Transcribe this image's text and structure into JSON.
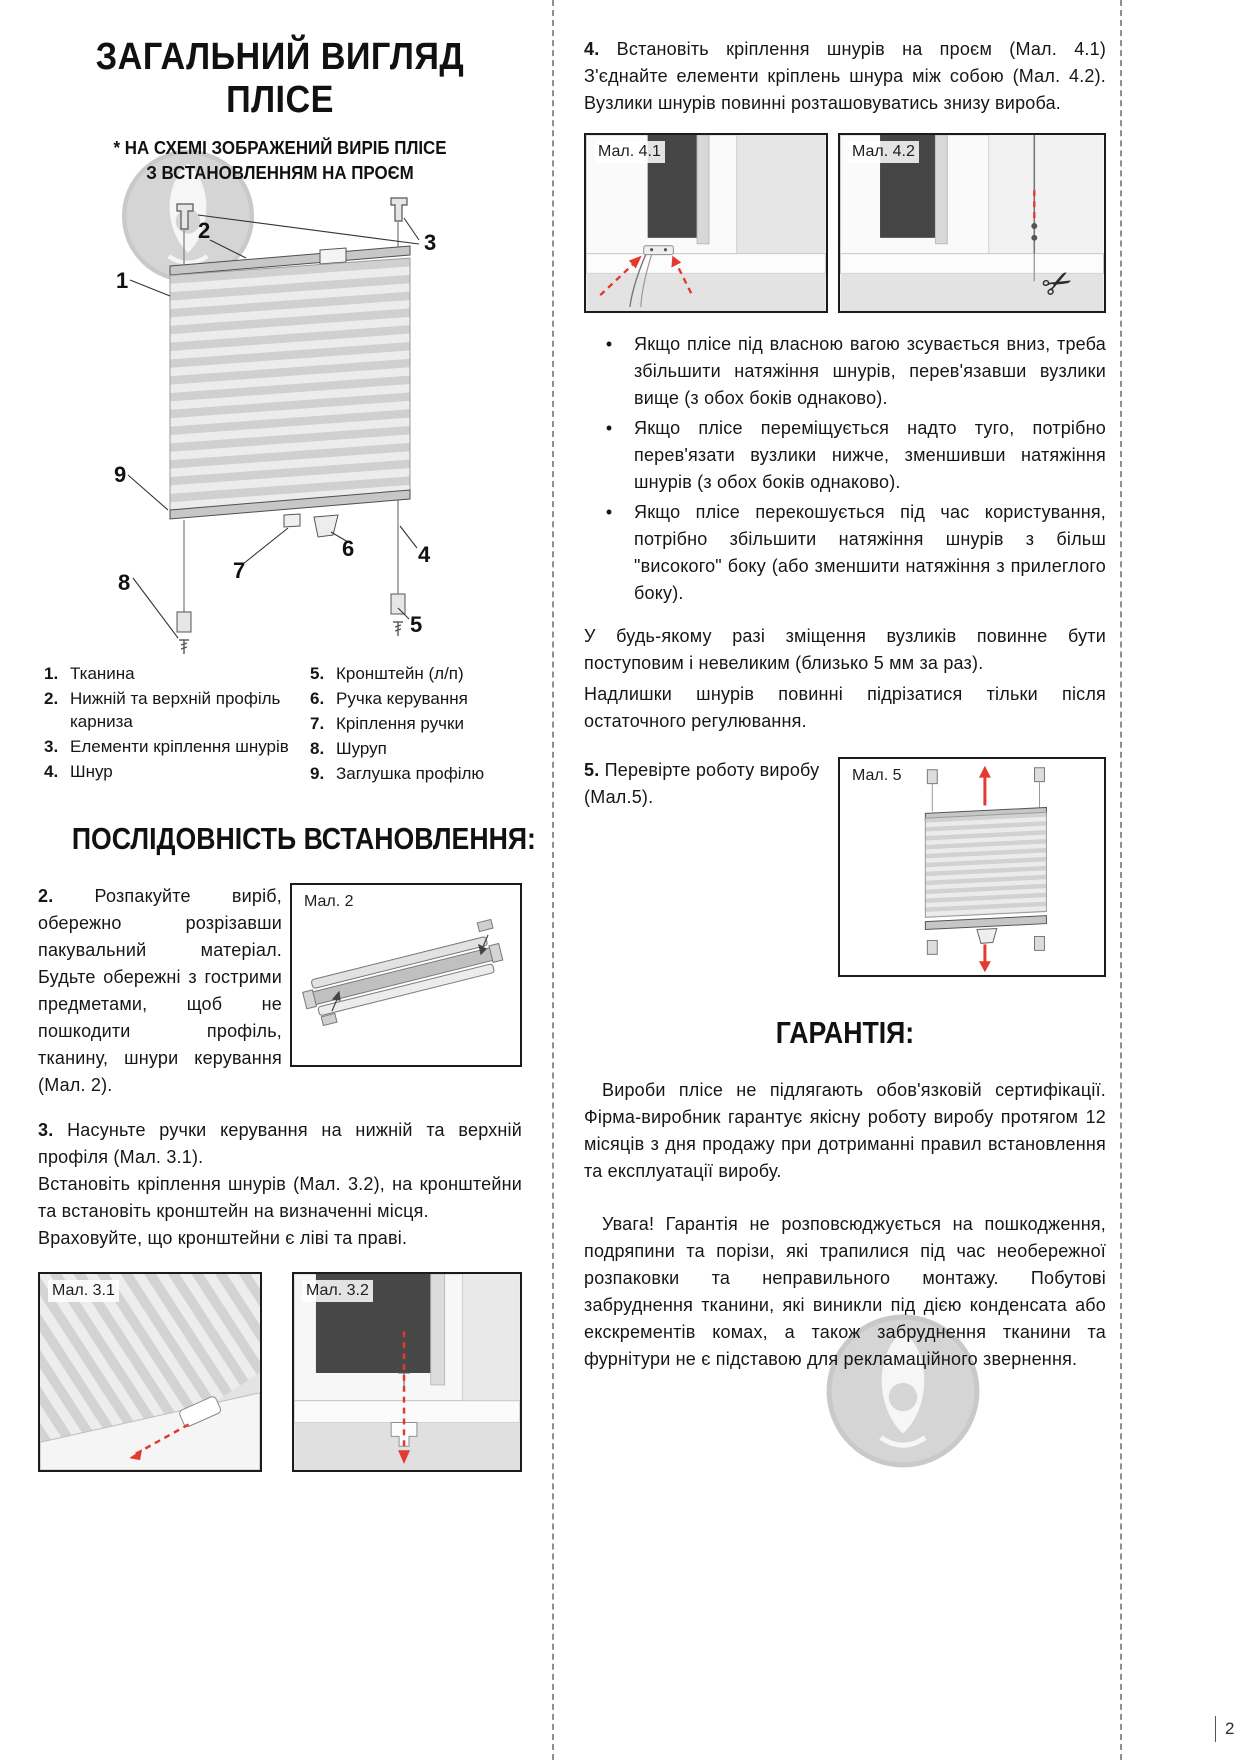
{
  "page_number": "2",
  "ui": {
    "bullet": "•",
    "scissors_icon": "✂"
  },
  "left": {
    "title1": "ЗАГАЛЬНИЙ ВИГЛЯД",
    "title2": "ПЛІСЕ",
    "subtitle1": "* НА СХЕМІ ЗОБРАЖЕНИЙ ВИРІБ ПЛІСЕ",
    "subtitle2": "З ВСТАНОВЛЕННЯМ НА ПРОЄМ",
    "callouts": [
      "1",
      "2",
      "3",
      "4",
      "5",
      "6",
      "7",
      "8",
      "9"
    ],
    "legend_left": [
      {
        "n": "1.",
        "t": "Тканина"
      },
      {
        "n": "2.",
        "t": "Нижній та верхній профіль карниза"
      },
      {
        "n": "3.",
        "t": "Елементи кріплення шнурів"
      },
      {
        "n": "4.",
        "t": "Шнур"
      }
    ],
    "legend_right": [
      {
        "n": "5.",
        "t": "Кронштейн (л/п)"
      },
      {
        "n": "6.",
        "t": "Ручка керування"
      },
      {
        "n": "7.",
        "t": "Кріплення ручки"
      },
      {
        "n": "8.",
        "t": "Шуруп"
      },
      {
        "n": "9.",
        "t": "Заглушка профілю"
      }
    ],
    "install_title": "ПОСЛІДОВНІСТЬ ВСТАНОВЛЕННЯ:",
    "step2": {
      "num": "2.",
      "text": "Розпакуйте виріб, обережно розрізавши пакувальний матеріал. Будьте обережні з гострими предметами, щоб не пошкодити профіль, тканину, шнури керування (Мал. 2)."
    },
    "fig2_label": "Мал. 2",
    "step3": {
      "num": "3.",
      "seg1": "Насуньте ручки керування на нижній та верхній профіля (Мал. 3.1).",
      "seg2": "Встановіть кріплення шнурів (Мал. 3.2), на кронштейни та встановіть кронштейн на визначенні місця.",
      "seg3": "Враховуйте, що кронштейни є ліві та праві."
    },
    "fig31_label": "Мал. 3.1",
    "fig32_label": "Мал. 3.2"
  },
  "right": {
    "step4": {
      "num": "4.",
      "text": "Встановіть кріплення шнурів на проєм (Мал. 4.1) З'єднайте елементи кріплень шнура між собою (Мал. 4.2). Вузлики шнурів повинні розташовуватись знизу вироба."
    },
    "fig41_label": "Мал. 4.1",
    "fig42_label": "Мал. 4.2",
    "bullets": [
      "Якщо плісе під власною вагою зсувається вниз, треба збільшити натяжіння шнурів, перев'язавши вузлики вище (з обох боків однаково).",
      "Якщо плісе переміщується надто туго, потрібно перев'язати вузлики нижче, зменшивши натяжіння шнурів (з обох боків однаково).",
      "Якщо плісе перекошується під час користування, потрібно збільшити натяжіння шнурів з більш \"високого\" боку (або зменшити натяжіння з прилеглого боку)."
    ],
    "note1": "У будь-якому разі зміщення вузликів повинне бути поступовим і невеликим (близько 5 мм за раз).",
    "note2": "Надлишки шнурів повинні підрізатися тільки після остаточного регулювання.",
    "step5": {
      "num": "5.",
      "text": "Перевірте роботу виробу (Мал.5)."
    },
    "fig5_label": "Мал. 5",
    "warranty_title": "ГАРАНТІЯ:",
    "warranty_p1": "Вироби плісе не підлягають обов'язковій сертифікації. Фірма-виробник гарантує якісну роботу виробу протягом 12 місяців з дня продажу при дотриманні правил встановлення та експлуатації виробу.",
    "warranty_p2": "Увага! Гарантія не розповсюджується на пошкодження, подряпини та порізи, які трапилися під час необережної розпаковки та неправильного монтажу. Побутові забруднення тканини, які виникли під дією конденсата або екскрементів комах, а також забруднення тканини та фурнітури не є підставою для рекламаційного звернення."
  }
}
